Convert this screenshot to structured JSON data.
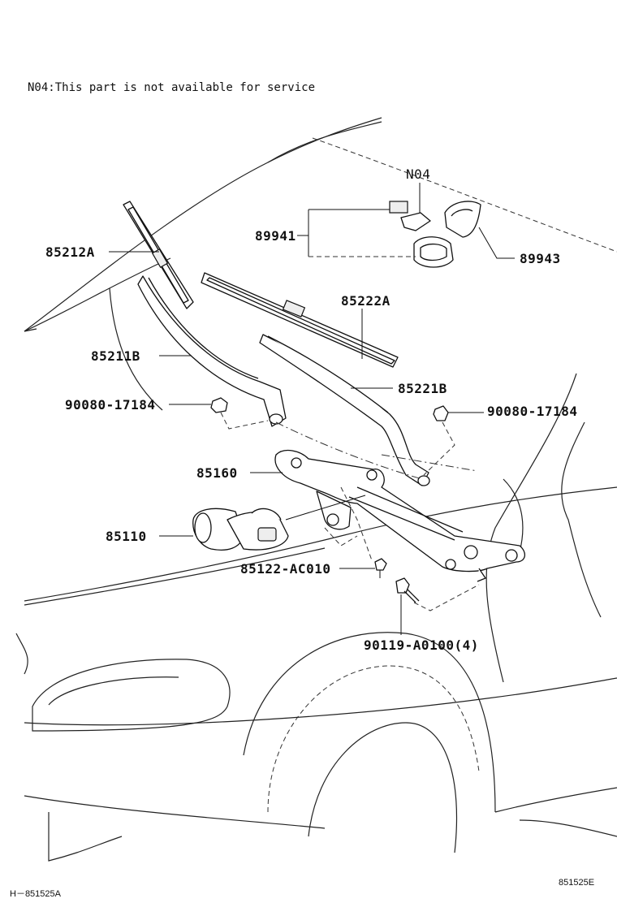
{
  "note": "N04:This part is not available for service",
  "labels": {
    "n04": "N04",
    "p85212a": "85212A",
    "p89941": "89941",
    "p89943": "89943",
    "p85222a": "85222A",
    "p85211b": "85211B",
    "p85221b": "85221B",
    "p90080_left": "90080-17184",
    "p90080_right": "90080-17184",
    "p85160": "85160",
    "p85110": "85110",
    "p85122": "85122-AC010",
    "p90119": "90119-A0100(4)"
  },
  "footer": {
    "left": "H－851525A",
    "right": "851525E"
  }
}
